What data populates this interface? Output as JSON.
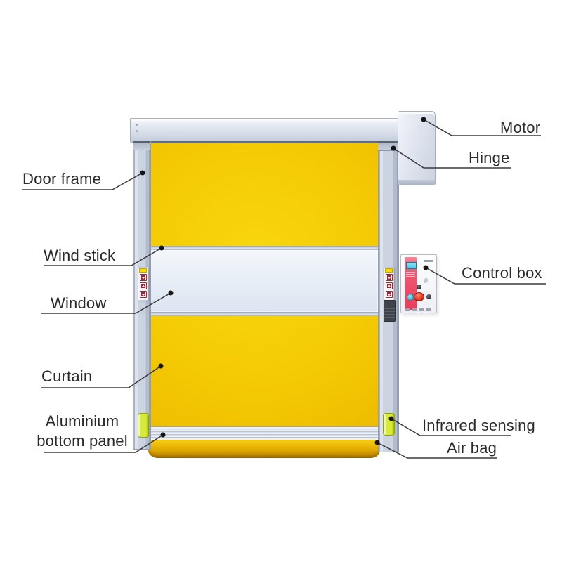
{
  "labels": {
    "door_frame": "Door frame",
    "wind_stick": "Wind stick",
    "window": "Window",
    "curtain": "Curtain",
    "aluminium_bottom_panel": {
      "line1": "Aluminium",
      "line2": "bottom panel"
    },
    "motor": "Motor",
    "hinge": "Hinge",
    "control_box": "Control box",
    "infrared_sensing": "Infrared sensing",
    "air_bag": "Air bag"
  },
  "colors": {
    "curtain_yellow": "#f4ca04",
    "air_bag_gold": "#dca400",
    "frame_gray_blue": "#ccd4e2",
    "header_gray": "#d5dce8",
    "window_tint": "#e6edf6",
    "sensor_green": "#d7ea38",
    "control_box_pink": "#f05a73",
    "display_cyan": "#4cc4e6",
    "button_red": "#a32531",
    "panel_header_yellow": "#f4e000",
    "leader_line": "#3a3a3a",
    "label_text": "#2a2a2a",
    "background": "#ffffff"
  }
}
